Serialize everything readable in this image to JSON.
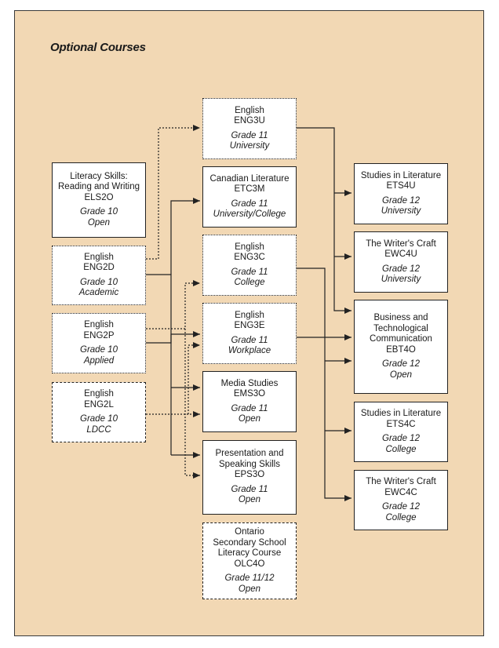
{
  "title": "Optional Courses",
  "courses": {
    "els2o": {
      "name": "Literacy Skills:",
      "name2": "Reading and Writing",
      "code": "ELS2O",
      "grade": "Grade 10",
      "type": "Open"
    },
    "eng2d": {
      "name": "English",
      "code": "ENG2D",
      "grade": "Grade 10",
      "type": "Academic"
    },
    "eng2p": {
      "name": "English",
      "code": "ENG2P",
      "grade": "Grade 10",
      "type": "Applied"
    },
    "eng2l": {
      "name": "English",
      "code": "ENG2L",
      "grade": "Grade 10",
      "type": "LDCC"
    },
    "eng3u": {
      "name": "English",
      "code": "ENG3U",
      "grade": "Grade 11",
      "type": "University"
    },
    "etc3m": {
      "name": "Canadian Literature",
      "code": "ETC3M",
      "grade": "Grade 11",
      "type": "University/College"
    },
    "eng3c": {
      "name": "English",
      "code": "ENG3C",
      "grade": "Grade 11",
      "type": "College"
    },
    "eng3e": {
      "name": "English",
      "code": "ENG3E",
      "grade": "Grade 11",
      "type": "Workplace"
    },
    "ems3o": {
      "name": "Media Studies",
      "code": "EMS3O",
      "grade": "Grade 11",
      "type": "Open"
    },
    "eps3o": {
      "name": "Presentation and",
      "name2": "Speaking Skills",
      "code": "EPS3O",
      "grade": "Grade 11",
      "type": "Open"
    },
    "olc4o": {
      "name": "Ontario",
      "name2": "Secondary School",
      "name3": "Literacy Course",
      "code": "OLC4O",
      "grade": "Grade 11/12",
      "type": "Open"
    },
    "ets4u": {
      "name": "Studies in Literature",
      "code": "ETS4U",
      "grade": "Grade 12",
      "type": "University"
    },
    "ewc4u": {
      "name": "The Writer's Craft",
      "code": "EWC4U",
      "grade": "Grade 12",
      "type": "University"
    },
    "ebt4o": {
      "name": "Business and",
      "name2": "Technological",
      "name3": "Communication",
      "code": "EBT4O",
      "grade": "Grade 12",
      "type": "Open"
    },
    "ets4c": {
      "name": "Studies in Literature",
      "code": "ETS4C",
      "grade": "Grade 12",
      "type": "College"
    },
    "ewc4c": {
      "name": "The Writer's Craft",
      "code": "EWC4C",
      "grade": "Grade 12",
      "type": "College"
    }
  }
}
